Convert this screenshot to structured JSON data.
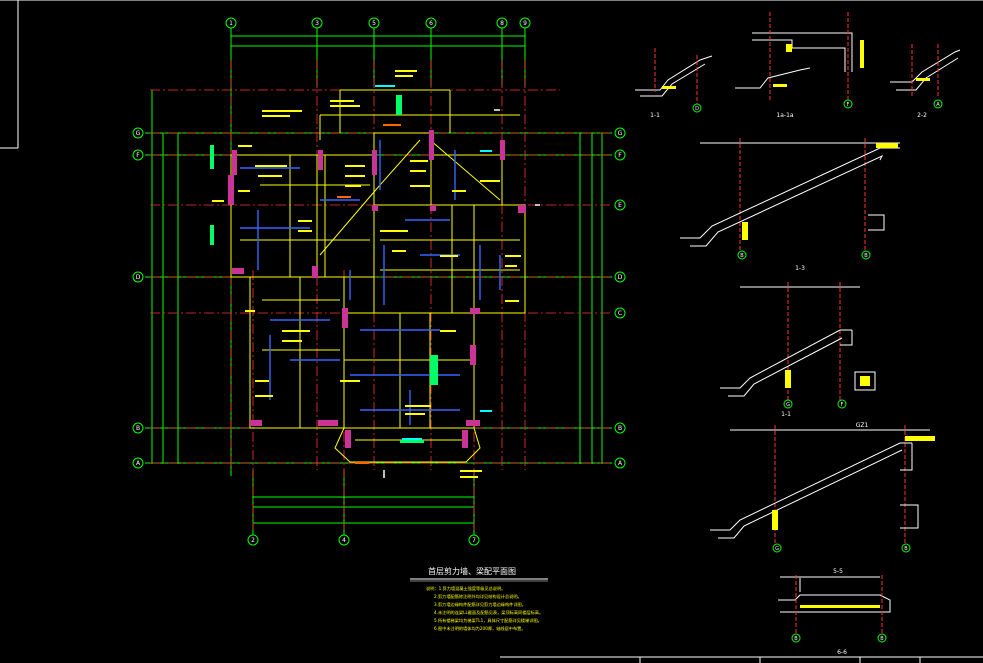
{
  "drawing": {
    "plan_title": "首层剪力墙、梁配平面图",
    "grid_top": [
      "1",
      "3",
      "5",
      "6",
      "8",
      "9"
    ],
    "grid_bottom": [
      "2",
      "4",
      "7"
    ],
    "grid_left": [
      "G",
      "F",
      "D",
      "B",
      "A"
    ],
    "grid_right": [
      "G",
      "F",
      "E",
      "D",
      "C",
      "B",
      "A"
    ],
    "sections": {
      "s11": "1-1",
      "s1a": "1a-1a",
      "s22": "2-2",
      "s33": "1-3",
      "s44": "1-1",
      "s55": "5-5",
      "s66": "6-6",
      "gz1": "GZ1"
    },
    "section_bubbles": {
      "row1": [
        "D",
        "F",
        "A"
      ],
      "b1": [
        "B",
        "B"
      ],
      "b2": [
        "G",
        "F"
      ],
      "b3": [
        "G",
        "B"
      ],
      "b4": [
        "B",
        "B"
      ]
    },
    "notes": [
      "说明：1.剪力墙混凝土强度等级见总说明。",
      "2.剪力墙配筋除注明外均详见结构设计总说明。",
      "3.剪力墙边缘构件配筋详见剪力墙边缘构件详图。",
      "4.未注明的连梁LL截面及配筋见表，梁顶标高同楼层标高。",
      "5.所有楼梯梁均为梯梁TL1，具体尺寸配筋详见楼梯详图。",
      "6.图中未注明的墙体均为200厚，轴线居中布置。"
    ],
    "colors": {
      "background": "#000000",
      "axis": "#00ff00",
      "grid_line": "#ff3333",
      "wall": "#ffff00",
      "column": "#cc3399",
      "beam_blue": "#3366ff",
      "text": "#ffffff",
      "orange": "#ff6600",
      "cyan": "#00ffff"
    }
  }
}
